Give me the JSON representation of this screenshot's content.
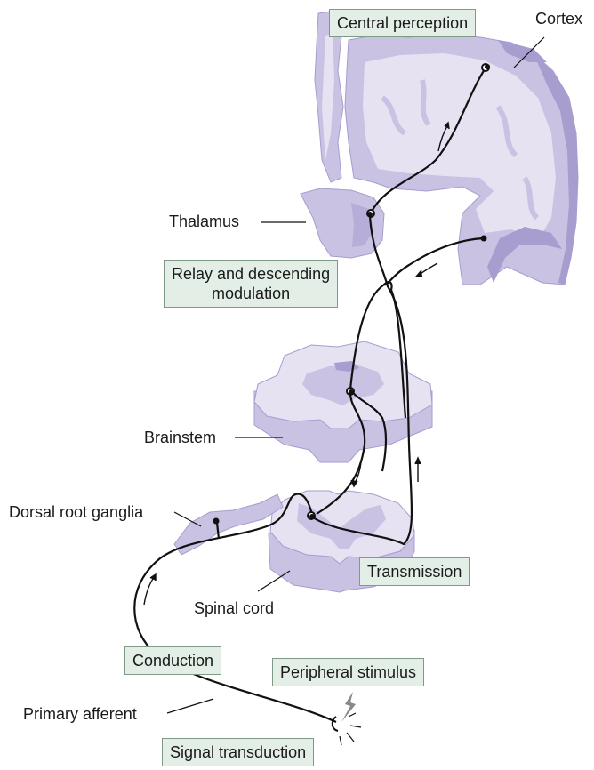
{
  "stage_boxes": {
    "central_perception": "Central perception",
    "relay_line1": "Relay and descending",
    "relay_line2": "modulation",
    "transmission": "Transmission",
    "conduction": "Conduction",
    "peripheral_stimulus": "Peripheral stimulus",
    "signal_transduction": "Signal transduction"
  },
  "structure_labels": {
    "cortex": "Cortex",
    "thalamus": "Thalamus",
    "brainstem": "Brainstem",
    "dorsal_root_ganglia": "Dorsal root ganglia",
    "spinal_cord": "Spinal cord",
    "primary_afferent": "Primary afferent"
  },
  "colors": {
    "tissue_light": "#e6e2f2",
    "tissue_mid": "#c9c2e3",
    "tissue_dark": "#a79dcf",
    "nerve": "#111111",
    "box_fill": "#e3efe6",
    "box_border": "#7f9a87"
  }
}
